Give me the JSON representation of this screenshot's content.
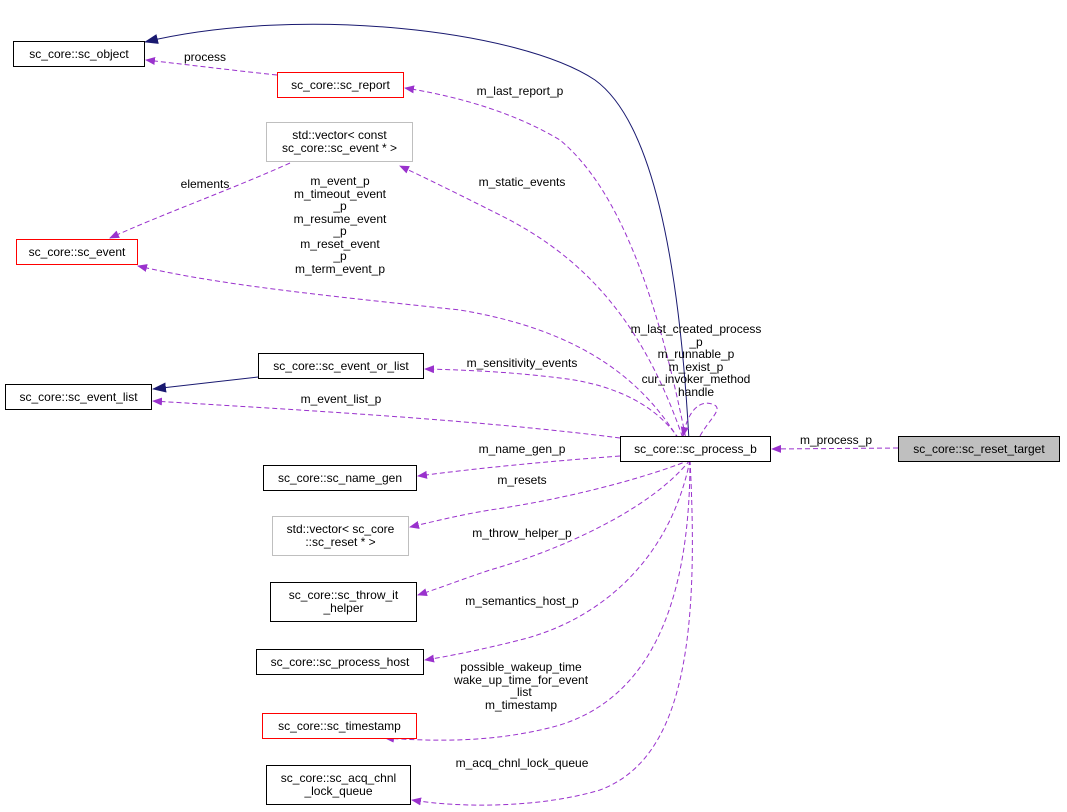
{
  "colors": {
    "dependency": "#9a32cd",
    "inheritance": "#191970",
    "focus_fill": "#bfbfbf"
  },
  "nodes": {
    "sc_object": "sc_core::sc_object",
    "sc_report": "sc_core::sc_report",
    "vector_sc_event": "std::vector< const\nsc_core::sc_event * >",
    "sc_event": "sc_core::sc_event",
    "sc_event_or_list": "sc_core::sc_event_or_list",
    "sc_event_list": "sc_core::sc_event_list",
    "sc_process_b": "sc_core::sc_process_b",
    "sc_reset_target": "sc_core::sc_reset_target",
    "sc_name_gen": "sc_core::sc_name_gen",
    "vector_sc_reset": "std::vector< sc_core\n::sc_reset * >",
    "sc_throw_it_helper": "sc_core::sc_throw_it\n_helper",
    "sc_process_host": "sc_core::sc_process_host",
    "sc_timestamp": "sc_core::sc_timestamp",
    "sc_acq_chnl_lock_queue": "sc_core::sc_acq_chnl\n_lock_queue"
  },
  "edges": {
    "process": "process",
    "m_last_report_p": "m_last_report_p",
    "elements": "elements",
    "m_static_events": "m_static_events",
    "event_members": "m_event_p\nm_timeout_event\n_p\nm_resume_event\n_p\nm_reset_event\n_p\nm_term_event_p",
    "self_members": "m_last_created_process\n_p\nm_runnable_p\nm_exist_p\ncur_invoker_method\nhandle",
    "m_sensitivity_events": "m_sensitivity_events",
    "m_event_list_p": "m_event_list_p",
    "m_process_p": "m_process_p",
    "m_name_gen_p": "m_name_gen_p",
    "m_resets": "m_resets",
    "m_throw_helper_p": "m_throw_helper_p",
    "m_semantics_host_p": "m_semantics_host_p",
    "timestamp_members": "possible_wakeup_time\nwake_up_time_for_event\n_list\nm_timestamp",
    "m_acq_chnl_lock_queue": "m_acq_chnl_lock_queue"
  }
}
